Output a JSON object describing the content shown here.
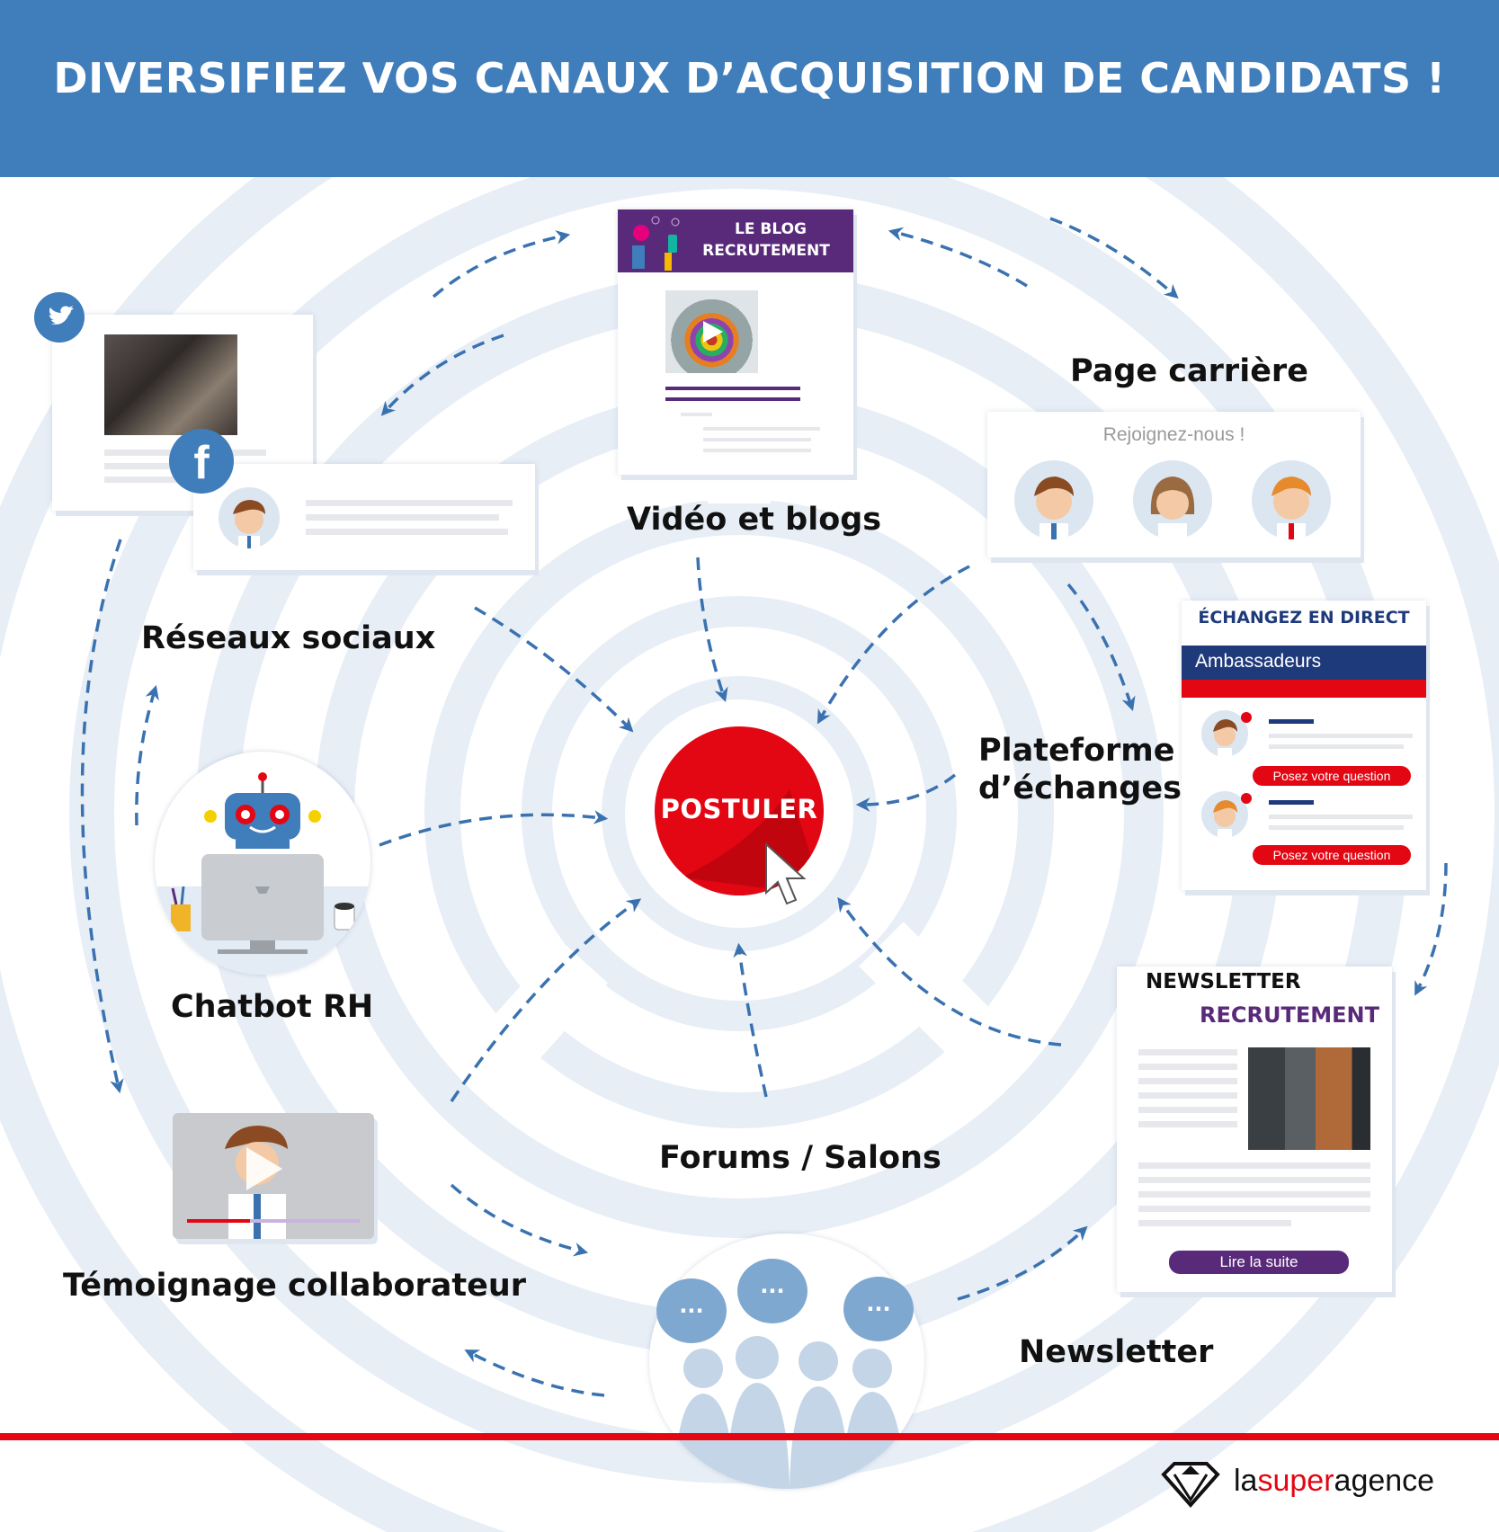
{
  "header": {
    "title": "DIVERSIFIEZ VOS CANAUX D’ACQUISITION DE CANDIDATS !"
  },
  "center": {
    "label": "POSTULER"
  },
  "channels": {
    "social": "Réseaux sociaux",
    "video": "Vidéo et blogs",
    "career": "Page carrière",
    "platform_line1": "Plateforme",
    "platform_line2": "d’échanges",
    "chatbot": "Chatbot RH",
    "forums": "Forums / Salons",
    "testimonial": "Témoignage collaborateur",
    "newsletter": "Newsletter"
  },
  "blog_card": {
    "title_line1": "LE BLOG",
    "title_line2": "RECRUTEMENT"
  },
  "career_card": {
    "tagline": "Rejoignez-nous !"
  },
  "exchange_card": {
    "title": "ÉCHANGEZ EN DIRECT",
    "bar_label": "Ambassadeurs",
    "ask_button": "Posez votre question",
    "ask_button_2": "Posez votre question"
  },
  "newsletter_card": {
    "title_line1": "NEWSLETTER",
    "title_line2": "RECRUTEMENT",
    "read_more": "Lire la suite"
  },
  "bubbles": {
    "dots": "..."
  },
  "brand": {
    "prefix": "la",
    "highlight": "super",
    "suffix": "agence"
  },
  "social_icons": {
    "twitter": "twitter-icon",
    "facebook": "facebook-icon",
    "facebook_letter": "f"
  },
  "colors": {
    "header_blue": "#3f7dbb",
    "accent_red": "#e30613",
    "purple": "#5a2a7a",
    "navy": "#1f3a7a",
    "arrow_blue": "#3a72b0",
    "ring_blue": "#e8eef6"
  }
}
